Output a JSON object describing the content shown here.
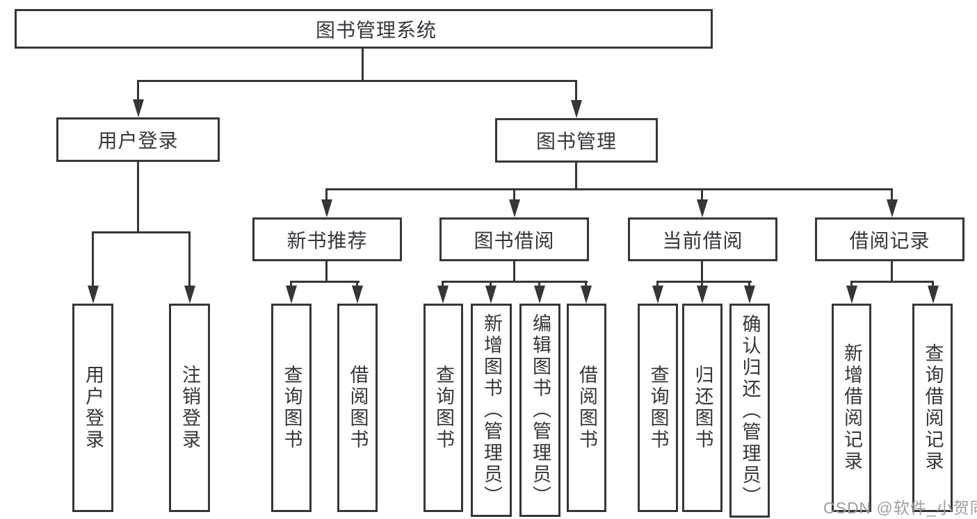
{
  "colors": {
    "line": "#363636",
    "text": "#34363a",
    "box_background": "#ffffff",
    "watermark": "#9e9e9e"
  },
  "tree": {
    "label": "图书管理系统",
    "children": [
      {
        "label": "用户登录",
        "children": [
          {
            "label": "用户登录"
          },
          {
            "label": "注销登录"
          }
        ]
      },
      {
        "label": "图书管理",
        "children": [
          {
            "label": "新书推荐",
            "children": [
              {
                "label": "查询图书"
              },
              {
                "label": "借阅图书"
              }
            ]
          },
          {
            "label": "图书借阅",
            "children": [
              {
                "label": "查询图书"
              },
              {
                "label": "新增图书（管理员）"
              },
              {
                "label": "编辑图书（管理员）"
              },
              {
                "label": "借阅图书"
              }
            ]
          },
          {
            "label": "当前借阅",
            "children": [
              {
                "label": "查询图书"
              },
              {
                "label": "归还图书"
              },
              {
                "label": "确认归还（管理员）"
              }
            ]
          },
          {
            "label": "借阅记录",
            "children": [
              {
                "label": "新增借阅记录"
              },
              {
                "label": "查询借阅记录"
              }
            ]
          }
        ]
      }
    ]
  },
  "watermark": {
    "text": "CSDN @软件_小贺同学"
  }
}
